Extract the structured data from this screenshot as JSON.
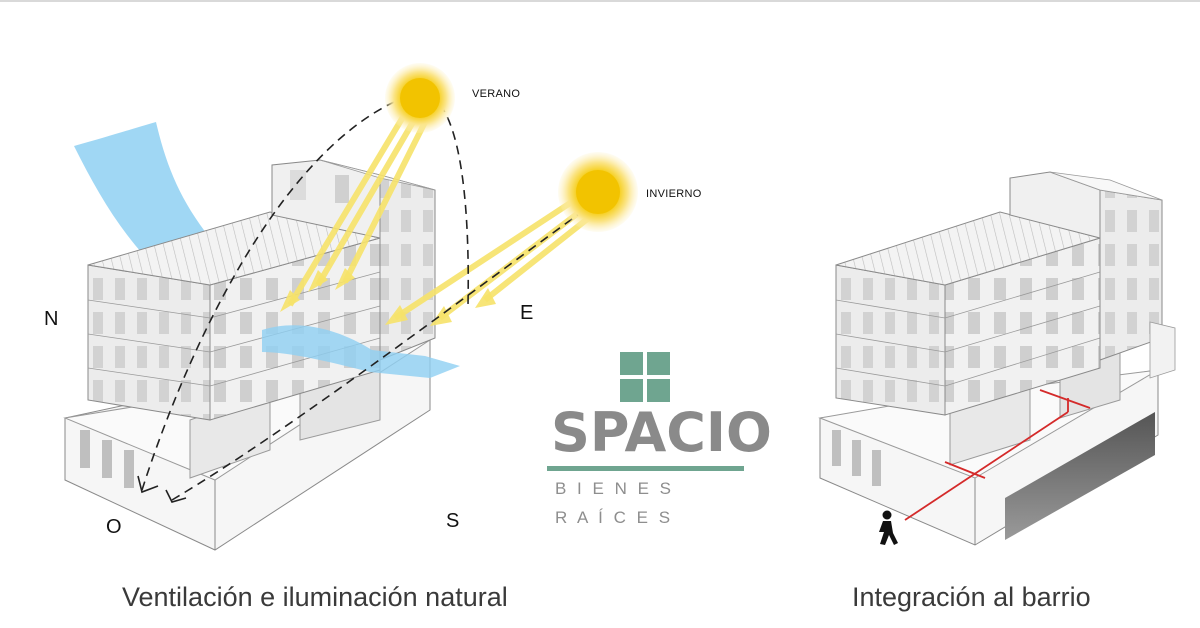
{
  "diagram_left": {
    "compass": {
      "north": "N",
      "east": "E",
      "south": "S",
      "west": "O"
    },
    "sun_summer_label": "VERANO",
    "sun_winter_label": "INVIERNO",
    "caption": "Ventilación e iluminación natural"
  },
  "diagram_right": {
    "caption": "Integración al barrio"
  },
  "logo": {
    "name": "SPACIO",
    "line1": "B I E N E S",
    "line2": "R A Í C E S",
    "color": "#6fa590"
  },
  "colors": {
    "sun": "#f2c300",
    "sun_glow": "#fbe58a",
    "sun_ray": "#f7e36a",
    "wind": "#8fd0f2",
    "route": "#d42a2a",
    "building": "#f4f4f4",
    "line": "#7a7a7a"
  }
}
